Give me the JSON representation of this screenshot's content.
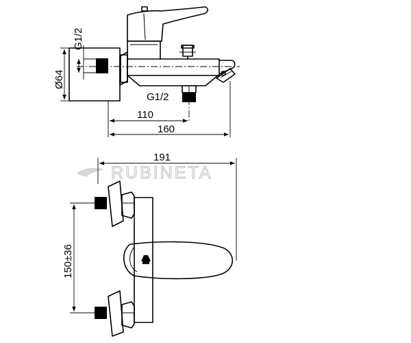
{
  "dimensions": {
    "thread_top_side": "G1/2",
    "diameter": "Ø64",
    "thread_bottom": "G1/2",
    "length_110": "110",
    "length_160": "160",
    "width_191": "191",
    "spacing": "150±36"
  },
  "brand": {
    "watermark": "RUBINETA"
  }
}
